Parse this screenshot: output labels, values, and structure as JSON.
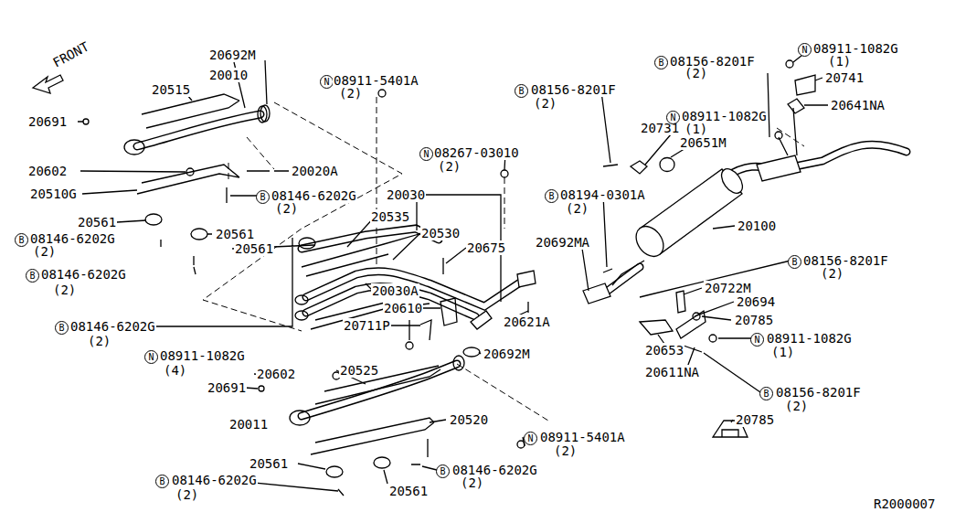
{
  "diagram": {
    "labels": [
      "FRONT",
      "20692M",
      "20010",
      "20515",
      "N",
      "08911-5401A",
      "(2)",
      "20691",
      "20602",
      "20020A",
      "20510G",
      "B",
      "08146-6202G",
      "(2)",
      "20030",
      "20535",
      "20530",
      "20675",
      "20561",
      "B",
      "08146-6202G",
      "(2)",
      "20561",
      "20561",
      "B",
      "08146-6202G",
      "(2)",
      "N",
      "08267-03010",
      "(2)",
      "B",
      "08156-8201F",
      "(2)",
      "20731",
      "N",
      "08911-1082G",
      "(1)",
      "20651M",
      "B",
      "08156-8201F",
      "(2)",
      "N",
      "08911-1082G",
      "(1)",
      "20741",
      "20641NA",
      "B",
      "08194-0301A",
      "(2)",
      "20100",
      "20692MA",
      "B",
      "08156-8201F",
      "(2)",
      "20722M",
      "20694",
      "20785",
      "N",
      "08911-1082G",
      "(1)",
      "20653",
      "20611NA",
      "B",
      "08156-8201F",
      "(2)",
      "20785",
      "20030A",
      "20610",
      "20711P",
      "20621A",
      "B",
      "08146-6202G",
      "(2)",
      "N",
      "08911-1082G",
      "(4)",
      "20692M",
      "20602",
      "20525",
      "20691",
      "20011",
      "20520",
      "N",
      "08911-5401A",
      "(2)",
      "20561",
      "B",
      "08146-6202G",
      "(2)",
      "B",
      "08146-6202G",
      "(2)",
      "20561",
      "R2000007"
    ]
  }
}
